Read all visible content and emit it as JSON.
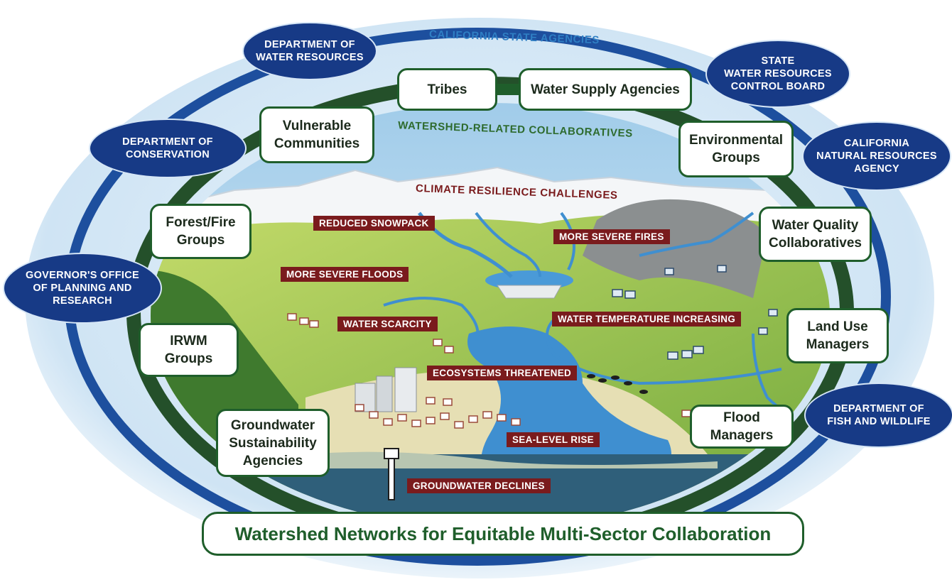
{
  "ring_labels": {
    "state_agencies": "CALIFORNIA STATE AGENCIES",
    "watershed_collaboratives": "WATERSHED-RELATED COLLABORATIVES",
    "climate_challenges": "CLIMATE RESILIENCE CHALLENGES"
  },
  "agencies": [
    "DEPARTMENT OF\nWATER RESOURCES",
    "STATE\nWATER RESOURCES\nCONTROL BOARD",
    "DEPARTMENT OF\nCONSERVATION",
    "CALIFORNIA\nNATURAL RESOURCES\nAGENCY",
    "GOVERNOR'S OFFICE\nOF PLANNING AND\nRESEARCH",
    "DEPARTMENT OF\nFISH AND WILDLIFE"
  ],
  "collaboratives": [
    "Tribes",
    "Water Supply Agencies",
    "Vulnerable\nCommunities",
    "Environmental\nGroups",
    "Forest/Fire\nGroups",
    "Water Quality\nCollaboratives",
    "IRWM\nGroups",
    "Land Use\nManagers",
    "Groundwater\nSustainability\nAgencies",
    "Flood\nManagers"
  ],
  "challenges": [
    "REDUCED SNOWPACK",
    "MORE SEVERE FIRES",
    "MORE SEVERE FLOODS",
    "WATER SCARCITY",
    "WATER TEMPERATURE INCREASING",
    "ECOSYSTEMS THREATENED",
    "SEA-LEVEL RISE",
    "GROUNDWATER DECLINES"
  ],
  "banner": "Watershed Networks for Equitable Multi-Sector Collaboration",
  "colors": {
    "agency_blue": "#173a86",
    "collab_green": "#1f5e2b",
    "challenge_red": "#7a1b1d",
    "sky_blue": "#bcdcf1",
    "water_blue": "#3f8fd0"
  }
}
